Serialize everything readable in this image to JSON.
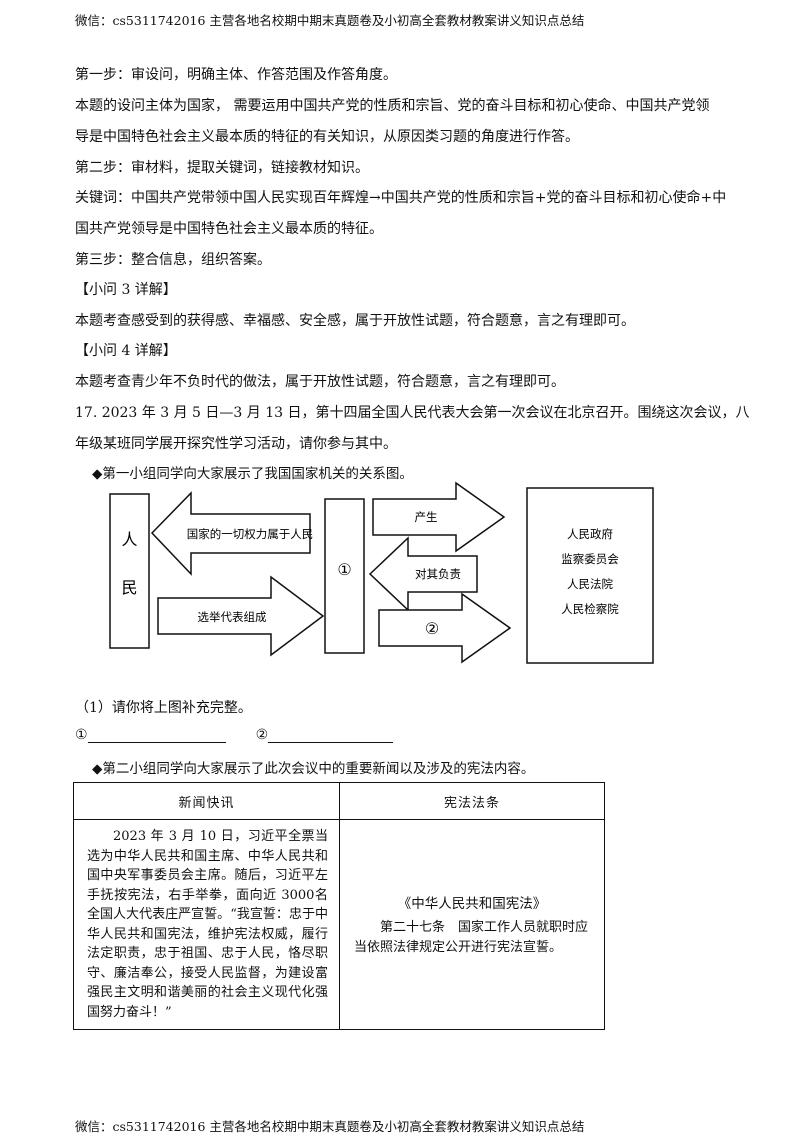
{
  "header": "微信：cs5311742016 主营各地名校期中期末真题卷及小初高全套教材教案讲义知识点总结",
  "footer": "微信：cs5311742016 主营各地名校期中期末真题卷及小初高全套教材教案讲义知识点总结",
  "lines": [
    "第一步：审设问，明确主体、作答范围及作答角度。",
    "本题的设问主体为国家， 需要运用中国共产党的性质和宗旨、党的奋斗目标和初心使命、中国共产党领",
    "导是中国特色社会主义最本质的特征的有关知识，从原因类习题的角度进行作答。",
    "第二步：审材料，提取关键词，链接教材知识。",
    "关键词：中国共产党带领中国人民实现百年辉煌→中国共产党的性质和宗旨+党的奋斗目标和初心使命+中",
    "国共产党领导是中国特色社会主义最本质的特征。",
    "第三步：整合信息，组织答案。",
    "【小问 3 详解】",
    "本题考查感受到的获得感、幸福感、安全感，属于开放性试题，符合题意，言之有理即可。",
    "【小问 4 详解】",
    "本题考查青少年不负时代的做法，属于开放性试题，符合题意，言之有理即可。",
    "17. 2023 年 3 月 5 日—3 月 13 日，第十四届全国人民代表大会第一次会议在北京召开。围绕这次会议，八",
    "年级某班同学展开探究性学习活动，请你参与其中。"
  ],
  "bullet1": "◆第一小组同学向大家展示了我国国家机关的关系图。",
  "diagram": {
    "people_chars": [
      "人",
      "民"
    ],
    "arrow_power": "国家的一切权力属于人民",
    "arrow_elect": "选举代表组成",
    "center_blank": "①",
    "arrow_produce": "产生",
    "arrow_responsible": "对其负责",
    "arrow_blank": "②",
    "organs": [
      "人民政府",
      "监察委员会",
      "人民法院",
      "人民检察院"
    ]
  },
  "question1": "（1）请你将上图补充完整。",
  "blank1_label": "①",
  "blank2_label": "②",
  "bullet2": "◆第二小组同学向大家展示了此次会议中的重要新闻以及涉及的宪法内容。",
  "table": {
    "col1_header": "新闻快讯",
    "col2_header": "宪法法条",
    "news_lines": [
      "2023 年 3 月 10 日，习近平全票当选",
      "为中华人民共和国主席、中华人民共和",
      "国中央军事委员会主席。随后，习近平",
      "左手抚按宪法，右手举拳，面向近 3000",
      "名全国人大代表庄严宣誓。“我宣誓：",
      "忠于中华人民共和国宪法，维护宪法权",
      "威，履行法定职责，忠于祖国、忠于人",
      "民，恪尽职守、廉洁奉公，接受人民监",
      "督，为建设富强民主文明和谐美丽的社",
      "会主义现代化强国努力奋斗！”"
    ],
    "law_title": "《中华人民共和国宪法》",
    "law_lines": [
      "第二十七条　国家工作人员就职时",
      "应当依照法律规定公开进行宪法宣誓。"
    ]
  }
}
